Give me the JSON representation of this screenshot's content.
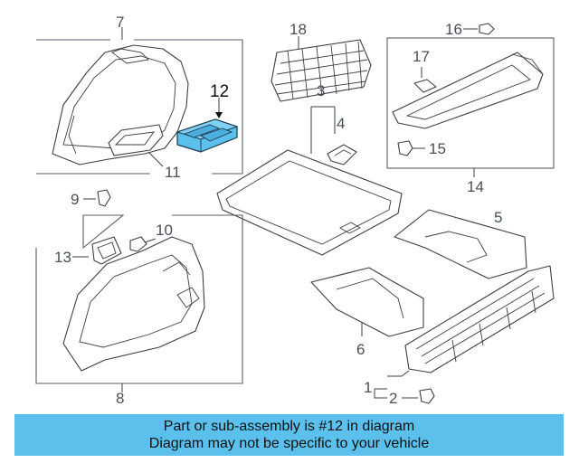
{
  "callouts": {
    "c1": "1",
    "c2": "2",
    "c3": "3",
    "c4": "4",
    "c5": "5",
    "c6": "6",
    "c7": "7",
    "c8": "8",
    "c9": "9",
    "c10": "10",
    "c11": "11",
    "c12": "12",
    "c13": "13",
    "c14": "14",
    "c15": "15",
    "c16": "16",
    "c17": "17",
    "c18": "18"
  },
  "highlight": {
    "part": "12",
    "color": "#5bc0ec"
  },
  "banner": {
    "line1": "Part or sub-assembly is #12 in diagram",
    "line2": "Diagram may not be specific to your vehicle",
    "background": "#5bc0ec"
  }
}
